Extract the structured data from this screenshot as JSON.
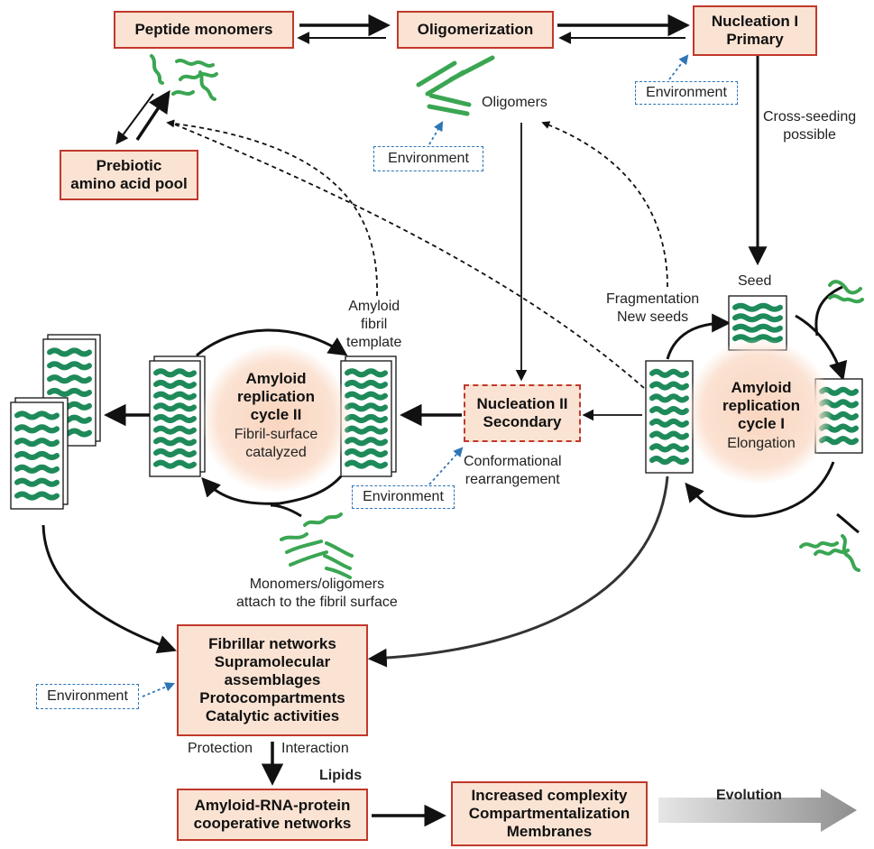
{
  "colors": {
    "box_fill": "#fbe3d3",
    "box_border": "#c0392b",
    "env_border": "#2e75b6",
    "fibril_green": "#1e8a5a",
    "monomer_green": "#3aa652"
  },
  "boxes": {
    "peptide_monomers": "Peptide monomers",
    "oligomerization": "Oligomerization",
    "nucleation1": [
      "Nucleation I",
      "Primary"
    ],
    "prebiotic": [
      "Prebiotic",
      "amino acid pool"
    ],
    "nucleation2": [
      "Nucleation II",
      "Secondary"
    ],
    "fibrillar": [
      "Fibrillar networks",
      "Supramolecular",
      "assemblages",
      "Protocompartments",
      "Catalytic activities"
    ],
    "amyloid_rna": [
      "Amyloid-RNA-protein",
      "cooperative networks"
    ],
    "increased": [
      "Increased complexity",
      "Compartmentalization",
      "Membranes"
    ]
  },
  "environment": "Environment",
  "labels": {
    "oligomers": "Oligomers",
    "cross_seeding": [
      "Cross-seeding",
      "possible"
    ],
    "seed": "Seed",
    "fragmentation": [
      "Fragmentation",
      "New seeds"
    ],
    "template": [
      "Amyloid",
      "fibril",
      "template"
    ],
    "conformational": [
      "Conformational",
      "rearrangement"
    ],
    "monomers_attach": [
      "Monomers/oligomers",
      "attach to the fibril surface"
    ],
    "protection": "Protection",
    "interaction": "Interaction",
    "lipids": "Lipids",
    "evolution": "Evolution"
  },
  "cycle1": {
    "title": [
      "Amyloid",
      "replication",
      "cycle I"
    ],
    "sub": "Elongation"
  },
  "cycle2": {
    "title": [
      "Amyloid",
      "replication",
      "cycle II"
    ],
    "sub": [
      "Fibril-surface",
      "catalyzed"
    ]
  },
  "icons": [
    "monomer-squiggle-icon",
    "oligomer-rods-icon",
    "fibril-stack-icon",
    "evolution-arrow-icon"
  ]
}
